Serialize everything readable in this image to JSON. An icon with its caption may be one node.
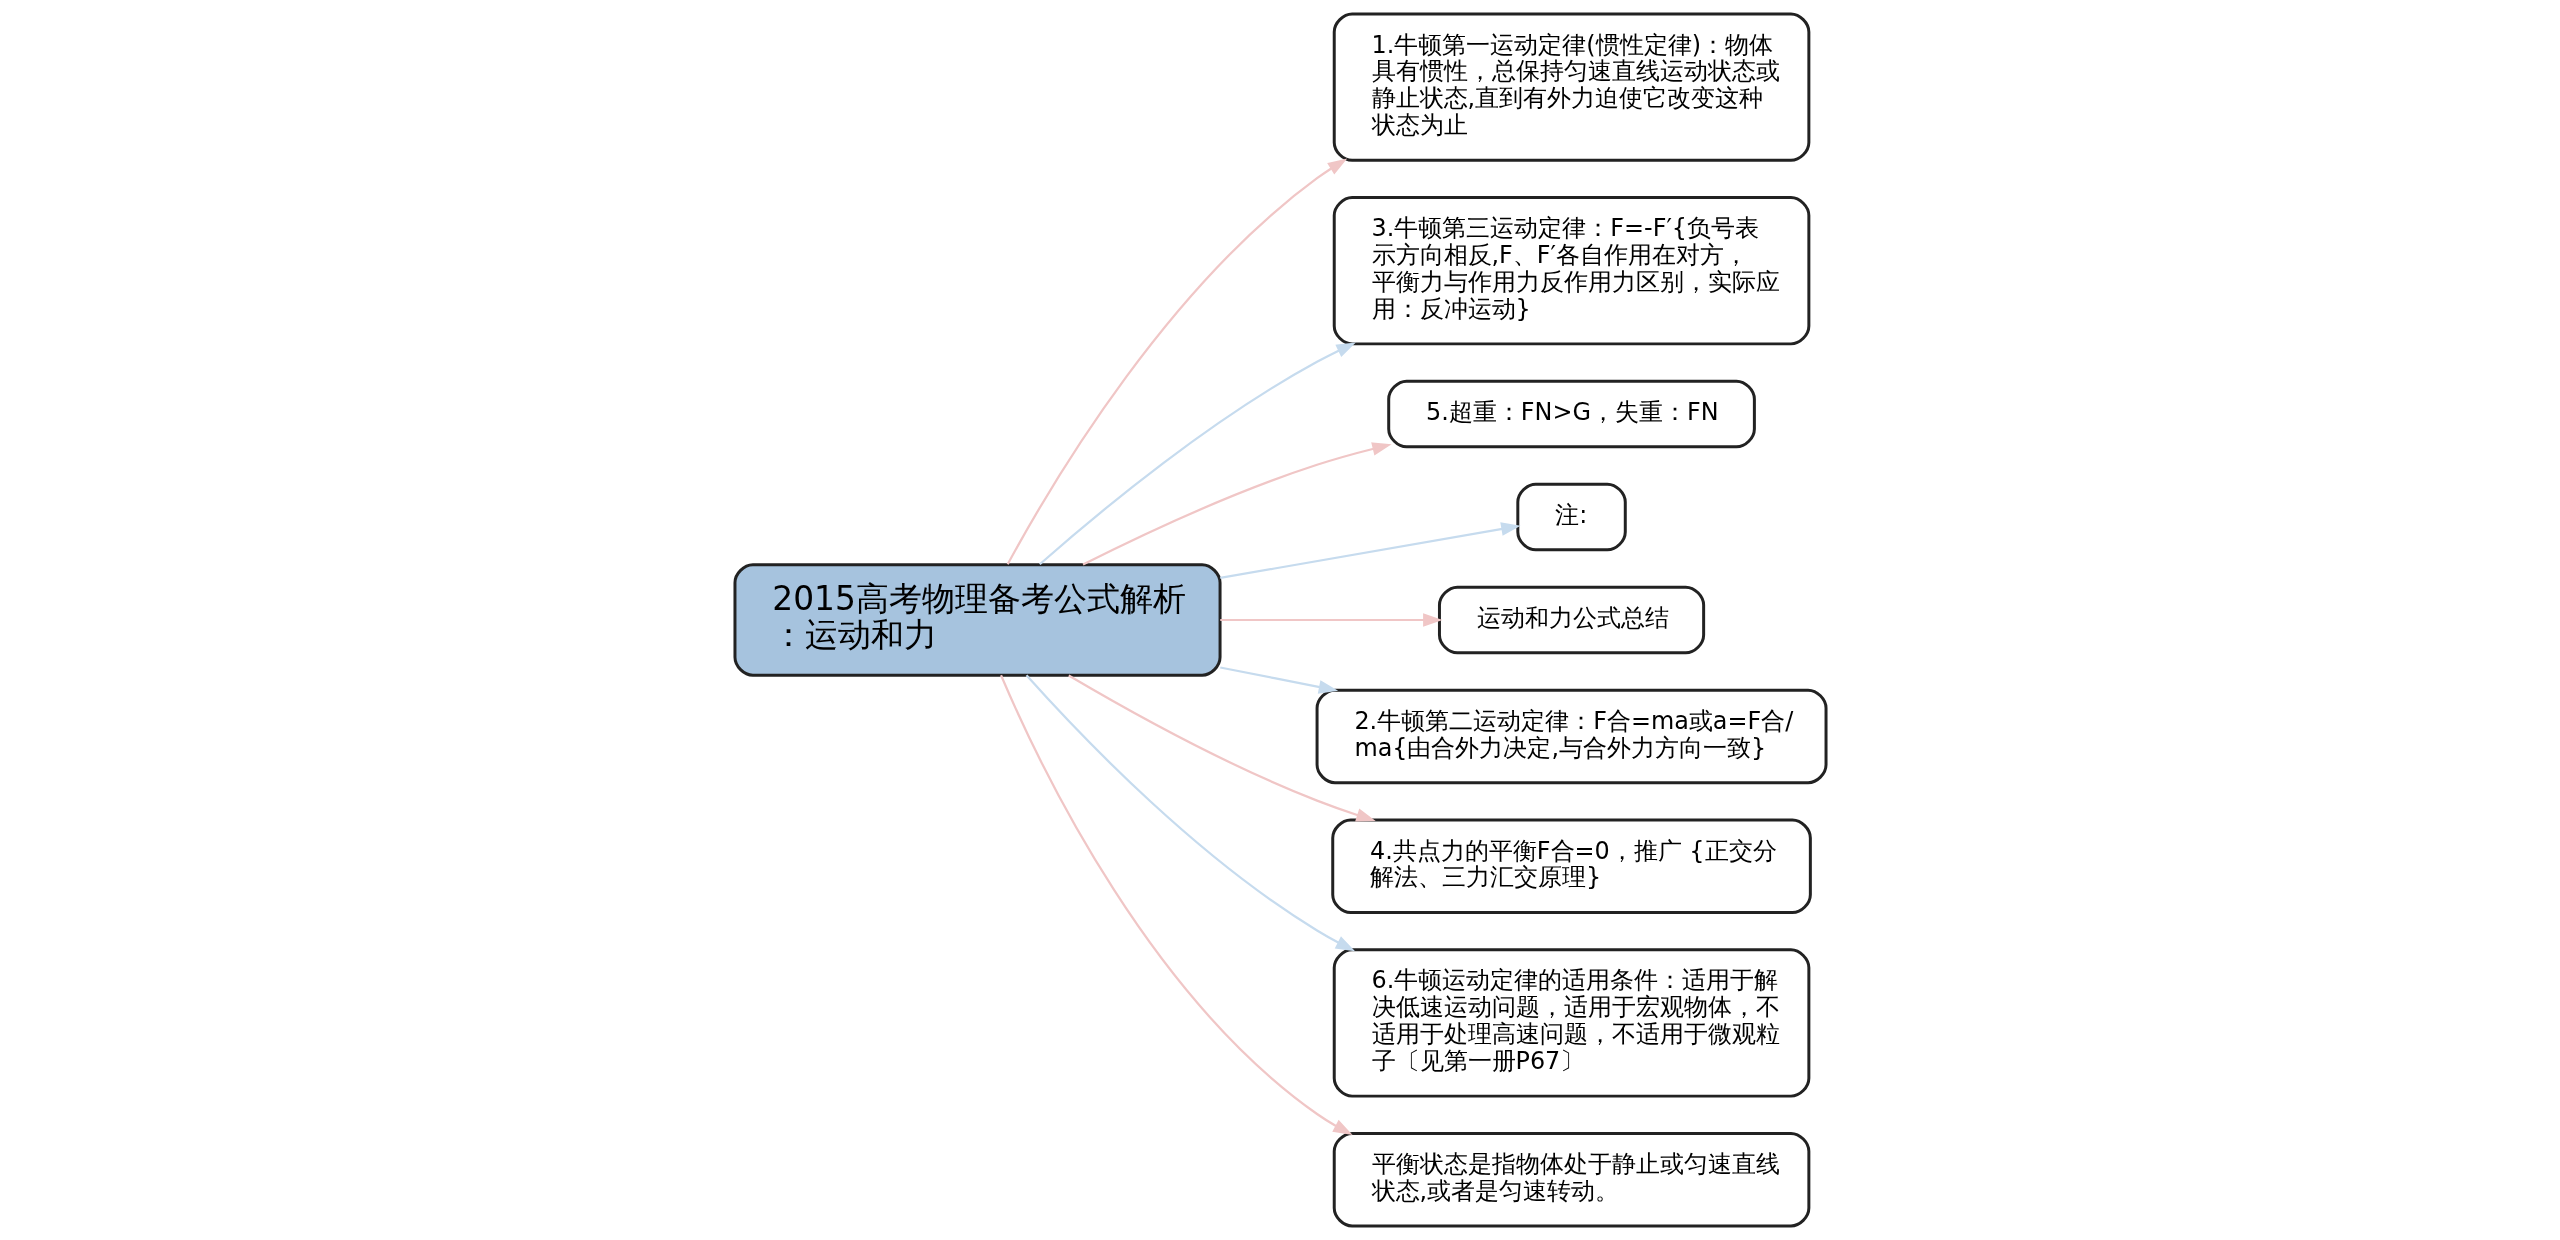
{
  "diagram": {
    "nodes": [
      {
        "text": [
          "2015高考物理备考公式解析：运动和力"
        ]
      },
      {
        "text": [
          "1.牛顿第一运动定律(惯性定律)：物体具有惯性，总保持匀速直线运动状态或静止状态,直到有外力迫使它改变这种状态为止"
        ]
      },
      {
        "text": [
          "3.牛顿第三运动定律：F=-F′{负号表示方向相反,F、F′各自作用在对方，平衡力与作用力反作用力区别，实际应用：反冲运动}"
        ]
      },
      {
        "text": [
          "5.超重：FN>G，失重：FN"
        ]
      },
      {
        "text": [
          "注:"
        ]
      },
      {
        "text": [
          "运动和力公式总结"
        ]
      },
      {
        "text": [
          "2.牛顿第二运动定律：F合=ma或a=F合/ma{由合外力决定,与合外力方向一致}"
        ]
      },
      {
        "text": [
          "4.共点力的平衡F合=0，推广 {正交分解法、三力汇交原理}"
        ]
      },
      {
        "text": [
          "6.牛顿运动定律的适用条件：适用于解决低速运动问题，适用于宏观物体，不适用于处理高速问题，不适用于微观粒子〔见第一册P67〕"
        ]
      },
      {
        "text": [
          "平衡状态是指物体处于静止或匀速直线状态,或者是匀速转动。"
        ]
      }
    ],
    "edges": [
      {
        "from": 0,
        "to": 1,
        "arrow": "to"
      },
      {
        "from": 0,
        "to": 2,
        "arrow": "to",
        "color": "#c6dbee"
      },
      {
        "from": 0,
        "to": 3,
        "arrow": "to"
      },
      {
        "from": 0,
        "to": 4,
        "arrow": "to",
        "color": "#c6dbee"
      },
      {
        "from": 0,
        "to": 5,
        "arrow": "to"
      },
      {
        "from": 0,
        "to": 6,
        "arrow": "to",
        "color": "#c6dbee"
      },
      {
        "from": 0,
        "to": 7,
        "arrow": "to"
      },
      {
        "from": 0,
        "to": 8,
        "arrow": "to",
        "color": "#c6dbee"
      },
      {
        "from": 0,
        "to": 9,
        "arrow": "to"
      }
    ]
  }
}
